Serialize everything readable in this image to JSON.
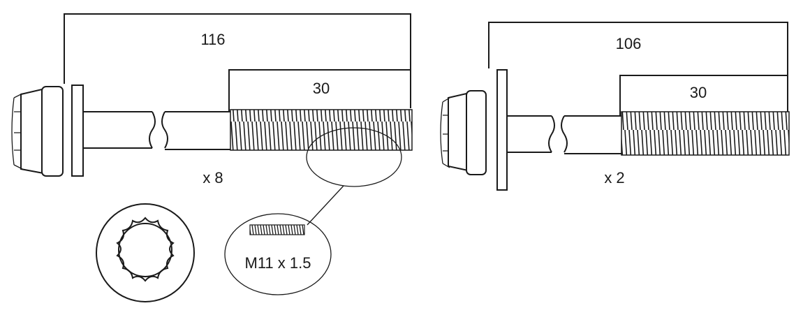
{
  "bolt_long": {
    "overall_length": "116",
    "thread_length": "30",
    "quantity": "x 8"
  },
  "bolt_short": {
    "overall_length": "106",
    "thread_length": "30",
    "quantity": "x 2"
  },
  "thread_detail": {
    "spec": "M11 x 1.5"
  },
  "colors": {
    "line": "#1a1a1a",
    "background": "#ffffff"
  }
}
